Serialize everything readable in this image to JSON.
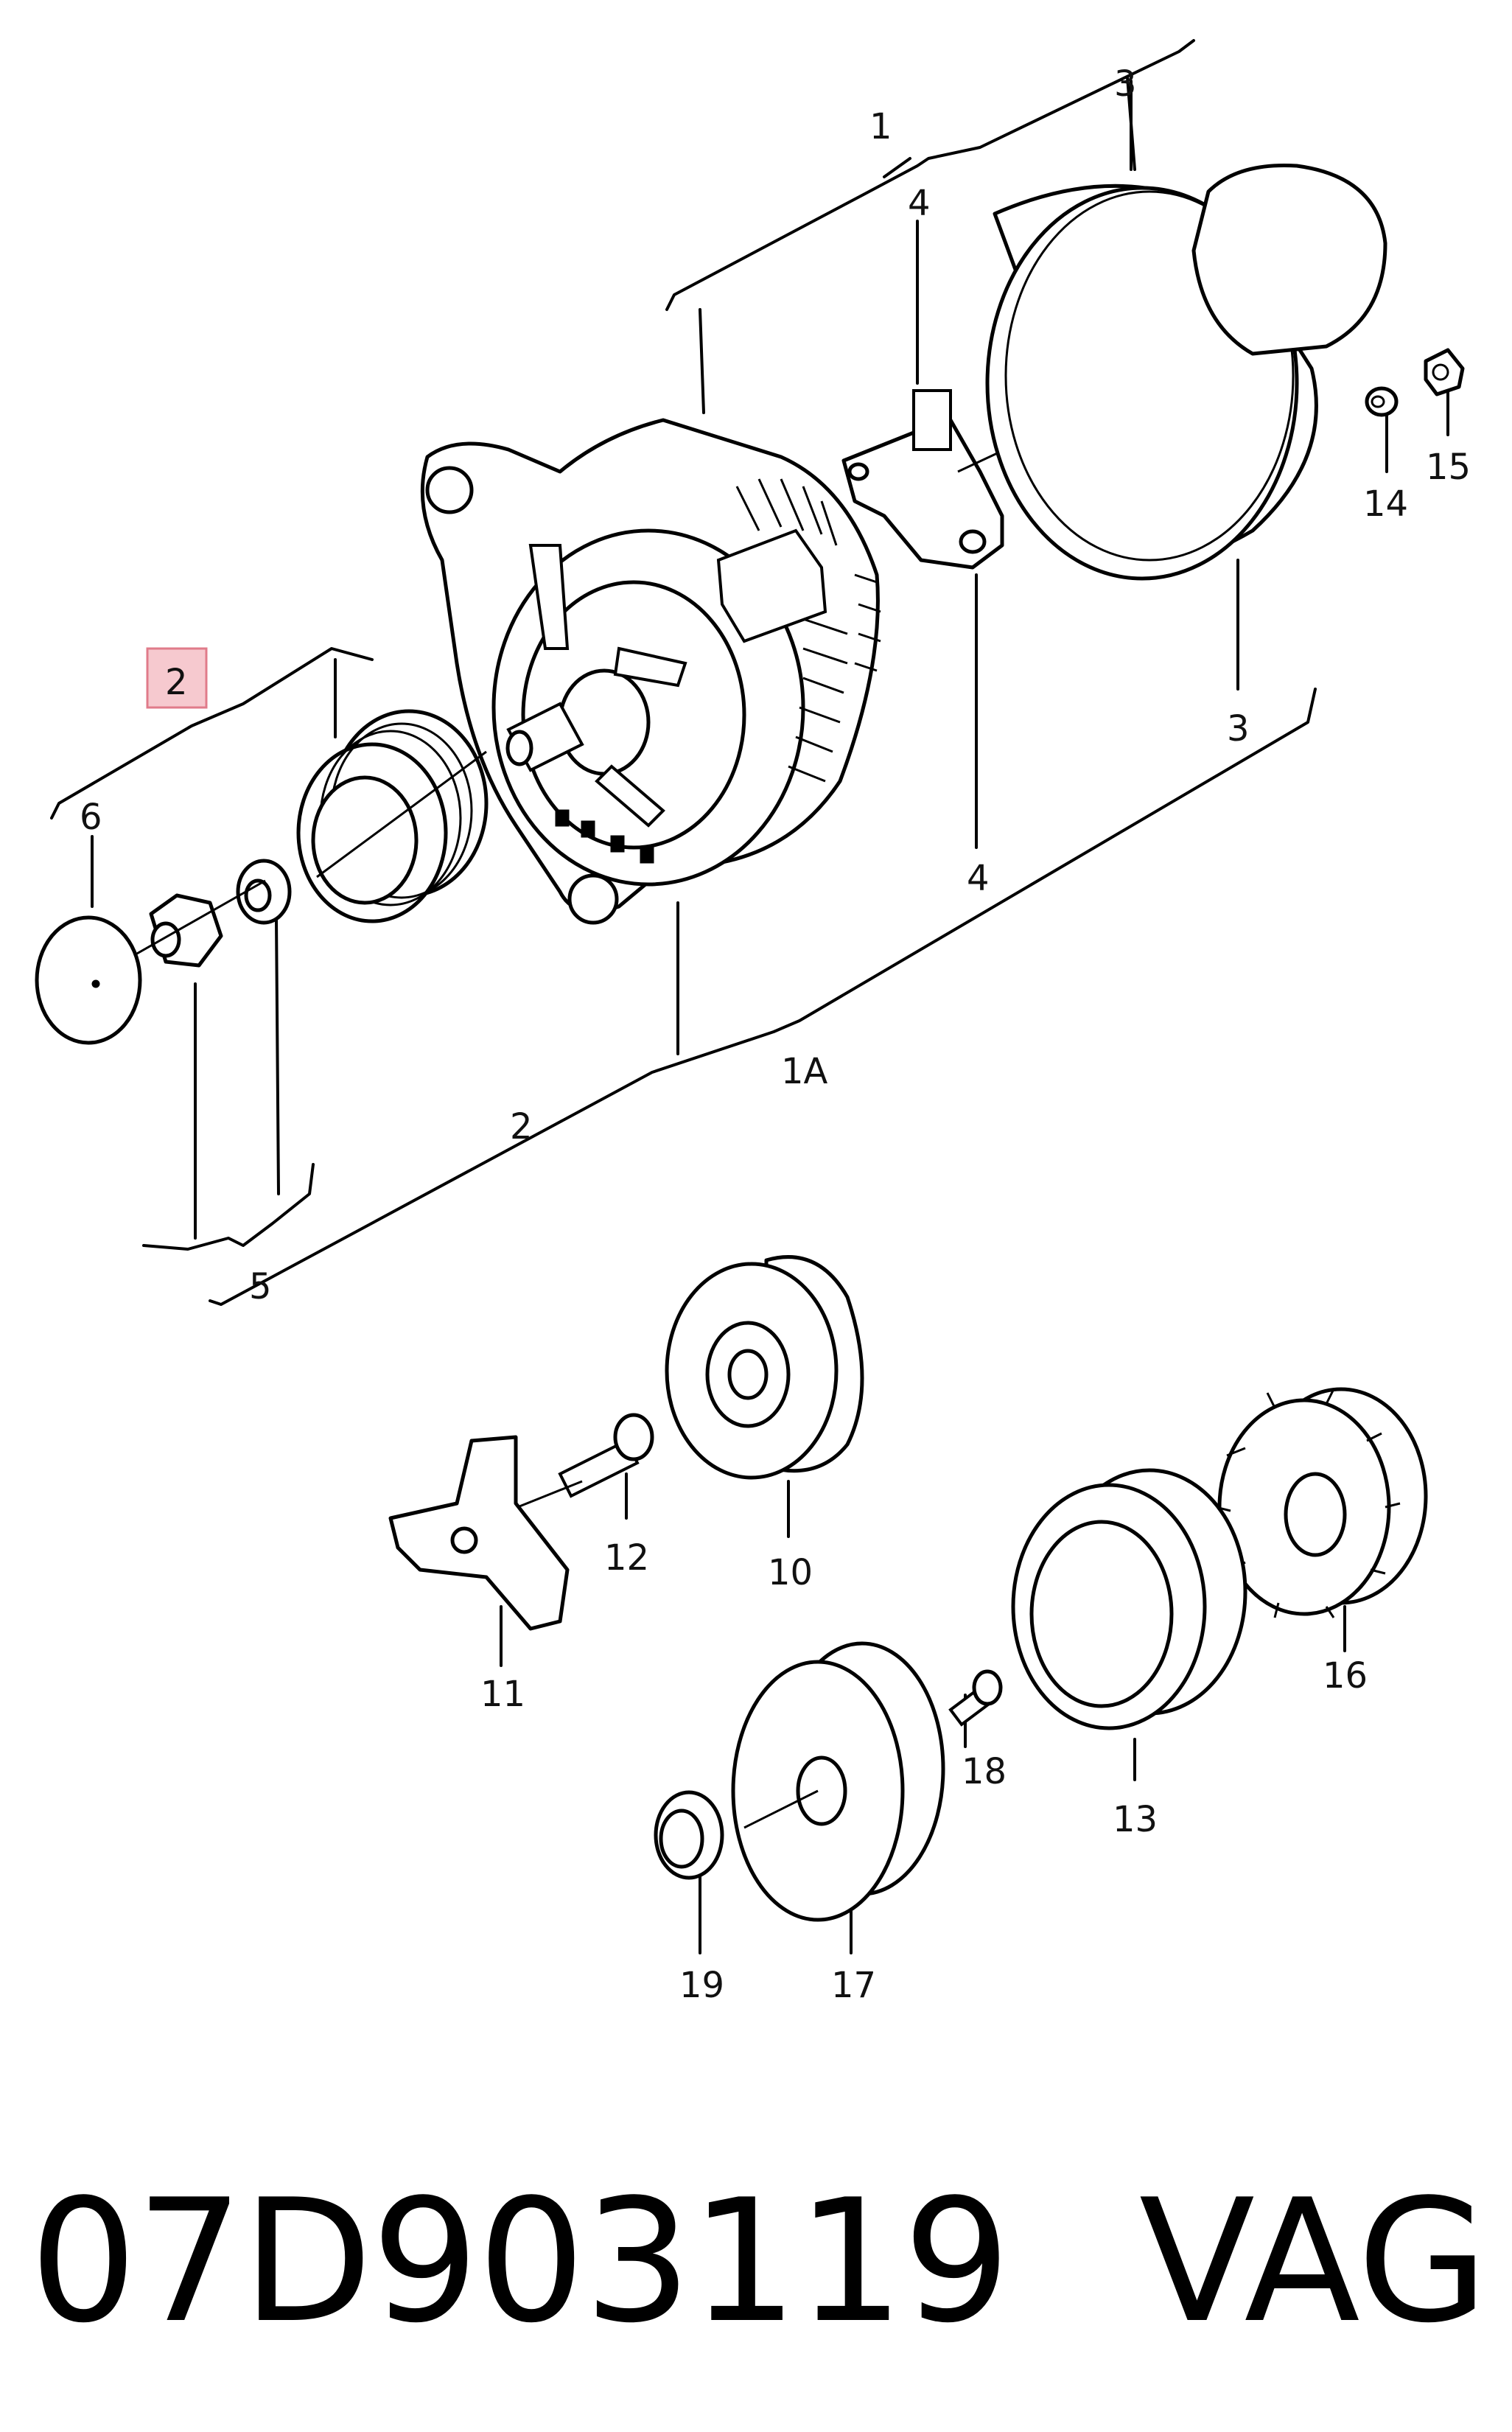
{
  "callouts": {
    "c1": "1",
    "c1A": "1A",
    "c2_top": "2",
    "c2_mid": "2",
    "c3_top": "3",
    "c3_bottom": "3",
    "c4_top": "4",
    "c4_bottom": "4",
    "c5": "5",
    "c6": "6",
    "c10": "10",
    "c11": "11",
    "c12": "12",
    "c13": "13",
    "c14": "14",
    "c15": "15",
    "c16": "16",
    "c17": "17",
    "c18": "18",
    "c19": "19"
  },
  "highlight": {
    "label": "2",
    "color": "#f6c9cf"
  },
  "footer": {
    "part_number": "07D903119",
    "brand": "VAG"
  }
}
